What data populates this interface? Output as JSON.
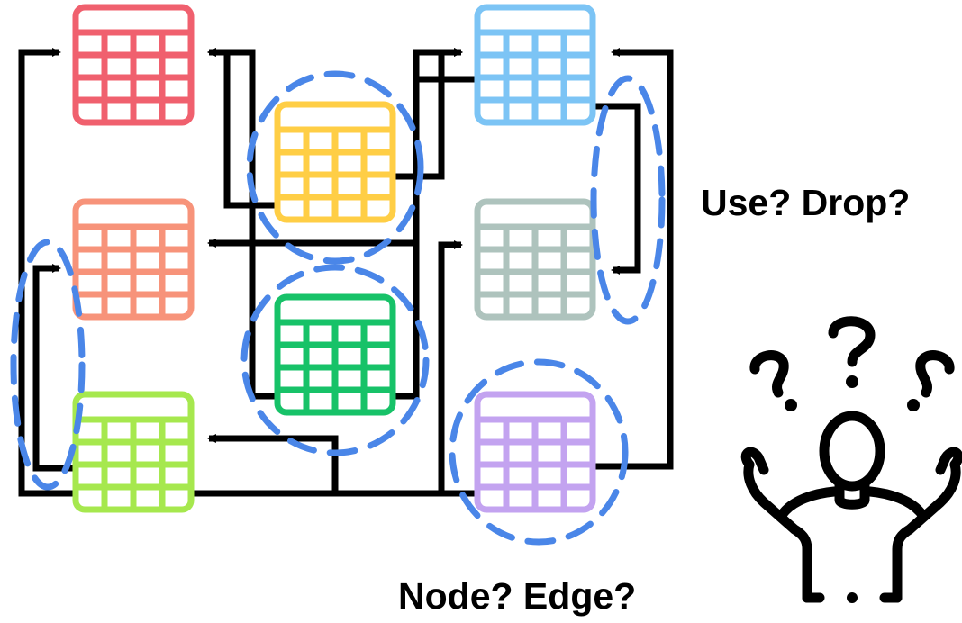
{
  "labels": {
    "use_drop": "Use? Drop?",
    "node_edge": "Node? Edge?"
  },
  "colors": {
    "edge": "#000000",
    "highlight": "#4A86E8",
    "person": "#000000"
  },
  "tables": [
    {
      "id": "red",
      "color": "#F0606E"
    },
    {
      "id": "orange",
      "color": "#F7937A"
    },
    {
      "id": "lime",
      "color": "#A6E84E"
    },
    {
      "id": "yellow",
      "color": "#FFCE45"
    },
    {
      "id": "green",
      "color": "#17C268"
    },
    {
      "id": "lightblue",
      "color": "#7CC4F5"
    },
    {
      "id": "gray",
      "color": "#AEC3BD"
    },
    {
      "id": "purple",
      "color": "#C3A3F0"
    }
  ],
  "icons": {
    "confused_person": "confused-person-icon",
    "table": "table-icon"
  }
}
